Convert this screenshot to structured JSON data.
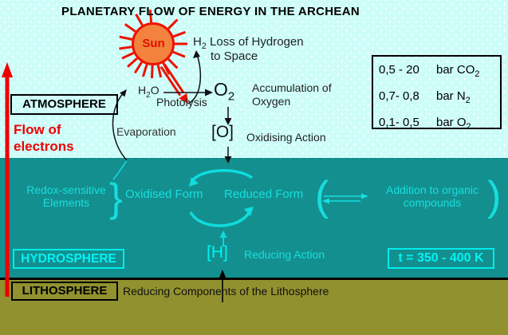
{
  "title": "PLANETARY FLOW OF ENERGY IN THE ARCHEAN",
  "colors": {
    "accent_red": "#ee0000",
    "sun_fill": "#f2823d",
    "cyan_text": "#17dede",
    "bright_cyan": "#00f4f4",
    "atmosphere_bg": "#ccfdf8",
    "hydrosphere_bg": "#148f8f",
    "lithosphere_bg": "#91912f"
  },
  "atmosphere": {
    "label": "ATMOSPHERE",
    "sun_label": "Sun",
    "h2_loss": {
      "element": "H",
      "sub": "2",
      "line1": "Loss of Hydrogen",
      "line2": "to Space"
    },
    "h2o": {
      "element": "H",
      "sub": "2",
      "suffix": "O"
    },
    "photolysis": "Photolysis",
    "o2": {
      "element": "O",
      "sub": "2"
    },
    "accumulation_line1": "Accumulation of",
    "accumulation_line2": "Oxygen",
    "oxidising_symbol": "[O]",
    "oxidising_action": "Oxidising Action",
    "evaporation": "Evaporation",
    "flow_line1": "Flow of",
    "flow_line2": "electrons",
    "pressure_box": {
      "rows": [
        {
          "range": "0,5 - 20",
          "unit": "bar",
          "gas": "CO",
          "sub": "2"
        },
        {
          "range": "0,7- 0,8",
          "unit": "bar",
          "gas": "N",
          "sub": "2"
        },
        {
          "range": "0,1- 0,5",
          "unit": "bar",
          "gas": "O",
          "sub": "2"
        }
      ]
    }
  },
  "hydrosphere": {
    "label": "HYDROSPHERE",
    "redox_line1": "Redox-sensitive",
    "redox_line2": "Elements",
    "brace": "}",
    "oxidised_form": "Oxidised Form",
    "reduced_form": "Reduced Form",
    "paren_open": "(",
    "paren_close": ")",
    "addition_line1": "Addition to organic",
    "addition_line2": "compounds",
    "reducing_symbol": "[H]",
    "reducing_action": "Reducing Action",
    "temperature": "t = 350 - 400 K"
  },
  "lithosphere": {
    "label": "LITHOSPHERE",
    "caption": "Reducing Components of the Lithosphere"
  }
}
